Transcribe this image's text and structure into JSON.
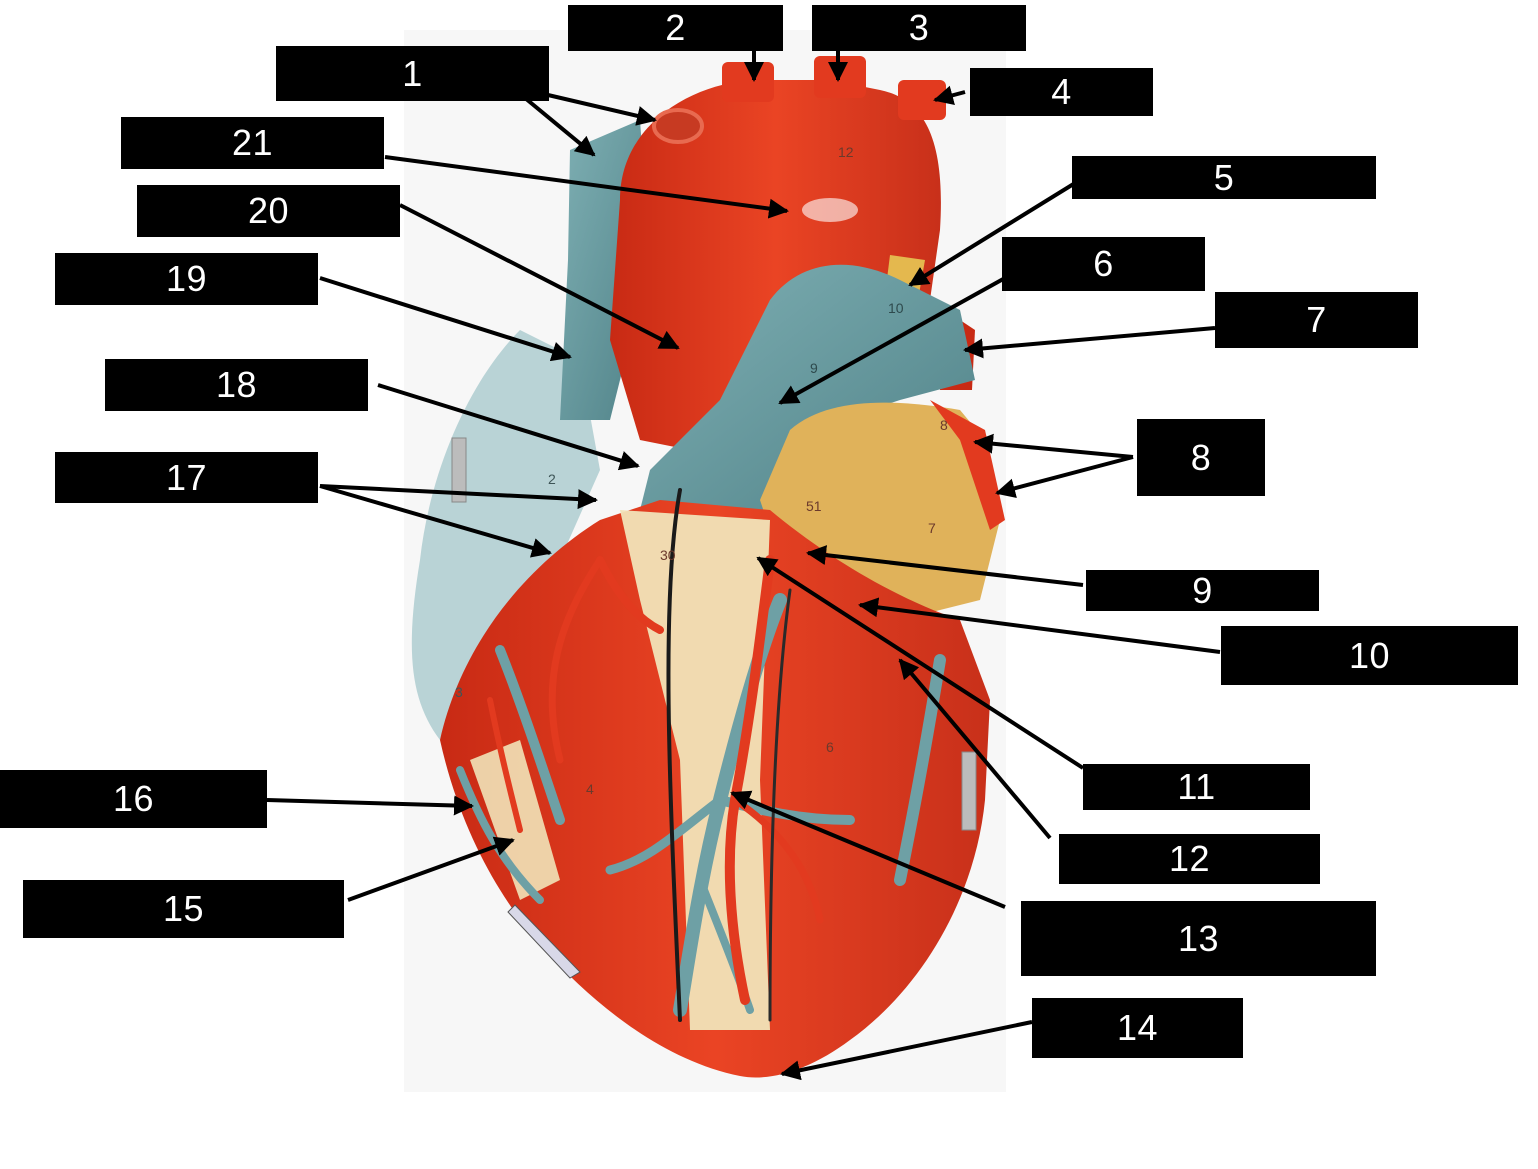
{
  "labels": {
    "l1": "1",
    "l2": "2",
    "l3": "3",
    "l4": "4",
    "l5": "5",
    "l6": "6",
    "l7": "7",
    "l8": "8",
    "l9": "9",
    "l10": "10",
    "l11": "11",
    "l12": "12",
    "l13": "13",
    "l14": "14",
    "l15": "15",
    "l16": "16",
    "l17": "17",
    "l18": "18",
    "l19": "19",
    "l20": "20",
    "l21": "21"
  },
  "model_numbers": {
    "n12": "12",
    "n10": "10",
    "n9": "9",
    "n2": "2",
    "n3": "3",
    "n8": "8",
    "n51": "51",
    "n7": "7",
    "n30": "30",
    "n6": "6",
    "n4": "4"
  },
  "colors": {
    "artery_red": "#e23a1f",
    "vein_blue": "#6ea0a5",
    "atrium_light_blue": "#b9d3d6",
    "auricle_yellow": "#e0b25a",
    "fat_cream": "#f1e3b8",
    "arrow": "#000000"
  }
}
